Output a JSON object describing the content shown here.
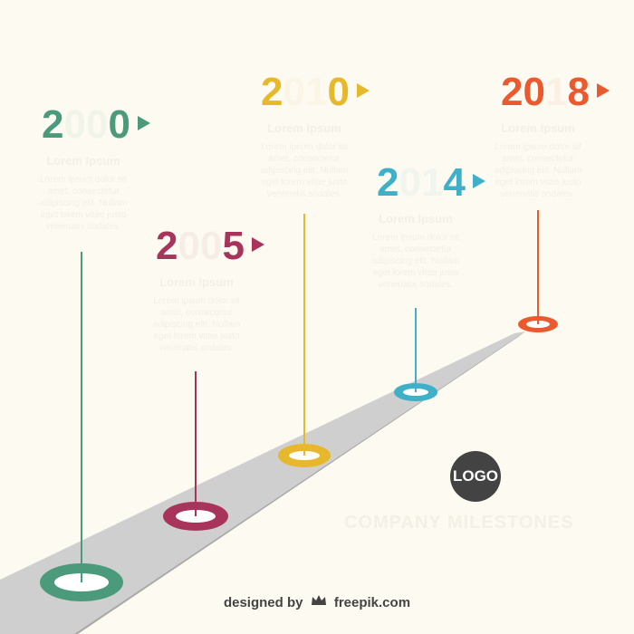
{
  "colors": {
    "background": "#fcfaf1",
    "road": "#cfcfcf",
    "road_edge": "#a9a9a9",
    "logo_bg": "#434343",
    "text_faint": "#f3f0e6"
  },
  "milestones": [
    {
      "year": "2000",
      "color": "#4b9a7c",
      "title": "Lorem Ipsum",
      "text": "Lorem ipsum dolor sit amet, consectetur adipiscing elit. Nullam eget lorem vitae justo venenatis sodales."
    },
    {
      "year": "2005",
      "color": "#a8335b",
      "title": "Lorem Ipsum",
      "text": "Lorem ipsum dolor sit amet, consectetur adipiscing elit. Nullam eget lorem vitae justo venenatis sodales."
    },
    {
      "year": "2010",
      "color": "#e7b82c",
      "title": "Lorem Ipsum",
      "text": "Lorem ipsum dolor sit amet, consectetur adipiscing elit. Nullam eget lorem vitae justo venenatis sodales."
    },
    {
      "year": "2014",
      "color": "#3fb0c7",
      "title": "Lorem Ipsum",
      "text": "Lorem ipsum dolor sit amet, consectetur adipiscing elit. Nullam eget lorem vitae justo venenatis sodales."
    },
    {
      "year": "2018",
      "color": "#ea5a2e",
      "title": "Lorem Ipsum",
      "text": "Lorem ipsum dolor sit amet, consectetur adipiscing elit. Nullam eget lorem vitae justo venenatis sodales."
    }
  ],
  "logo": {
    "text": "LOGO"
  },
  "company": {
    "text": "COMPANY MILESTONES"
  },
  "credit": {
    "prefix": "designed by",
    "icon": "crown-icon",
    "brand": "freepik.com"
  }
}
